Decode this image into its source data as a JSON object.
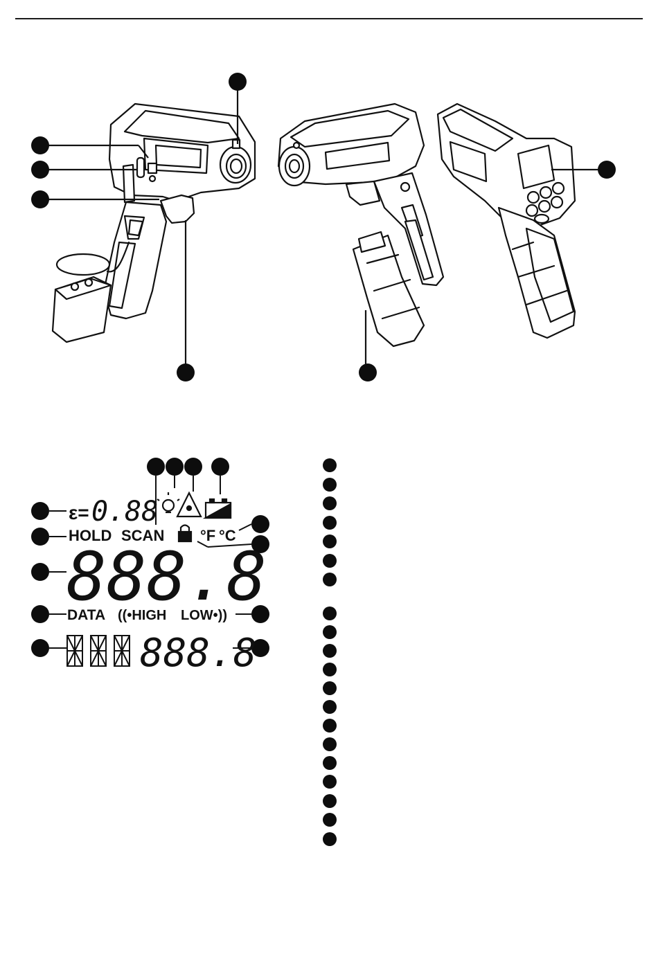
{
  "colors": {
    "ink": "#111111",
    "paper": "#ffffff",
    "callout": "#0d0d0d"
  },
  "lcd": {
    "emissivity_symbol": "ε=",
    "emissivity_value": "0.88",
    "hold": "HOLD",
    "scan": "SCAN",
    "unit_f": "°F",
    "unit_c": "°C",
    "main_digits": "888.8",
    "data": "DATA",
    "high": "((•HIGH",
    "low": "LOW•))",
    "alpha_digits": "888.8"
  },
  "icons": {
    "bulb": "light-bulb-icon",
    "laser": "laser-warning-icon",
    "battery": "battery-icon",
    "lock": "lock-icon"
  },
  "legend": {
    "marker_count": 20
  }
}
